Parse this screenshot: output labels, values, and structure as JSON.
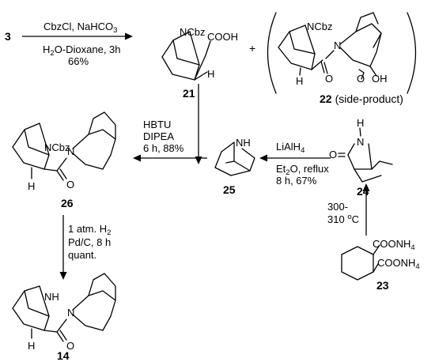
{
  "start_compound": "3",
  "step1": {
    "reagents": "CbzCl, NaHCO",
    "reagents_sub": "3",
    "conditions_a": "H",
    "conditions_a_sub": "2",
    "conditions_b": "O-Dioxane, 3h",
    "yield": "66%"
  },
  "compound_21": {
    "number": "21",
    "n_label": "NCbz",
    "acid_label": "COOH",
    "h_label": "H"
  },
  "plus_sign": "+",
  "compound_22": {
    "number": "22",
    "note": "(side-product)",
    "n1_label": "NCbz",
    "n2_label": "N",
    "h_label": "H",
    "o_label": "O",
    "oh_label": "OH"
  },
  "coupling_step": {
    "line1": "HBTU",
    "line2": "DIPEA",
    "line3": "6 h, 88%"
  },
  "reduction_step": {
    "reagent": "LiAlH",
    "reagent_sub": "4",
    "solvent": "Et",
    "solvent_sub": "2",
    "solvent_rest": "O, reflux",
    "time_yield": "8 h, 67%"
  },
  "compound_26": {
    "number": "26",
    "n1_label": "NCbz",
    "n2_label": "N",
    "h_label": "H",
    "o_label": "O"
  },
  "compound_25": {
    "number": "25",
    "nh_label": "NH"
  },
  "compound_24": {
    "number": "24",
    "h_label": "H",
    "n_label": "N",
    "o_label": "O"
  },
  "thermal_step": {
    "line1": "300-",
    "line2": "310 ",
    "deg": "o",
    "unit": "C"
  },
  "compound_23": {
    "number": "23",
    "group_top": "COONH",
    "group_top_sub": "4",
    "group_bottom": "COONH",
    "group_bottom_sub": "4"
  },
  "hydrogenation_step": {
    "line1": "1 atm. H",
    "line1_sub": "2",
    "line2": "Pd/C, 8 h",
    "line3": "quant."
  },
  "compound_14": {
    "number": "14",
    "nh_label": "NH",
    "n_label": "N",
    "h_label": "H",
    "o_label": "O"
  }
}
